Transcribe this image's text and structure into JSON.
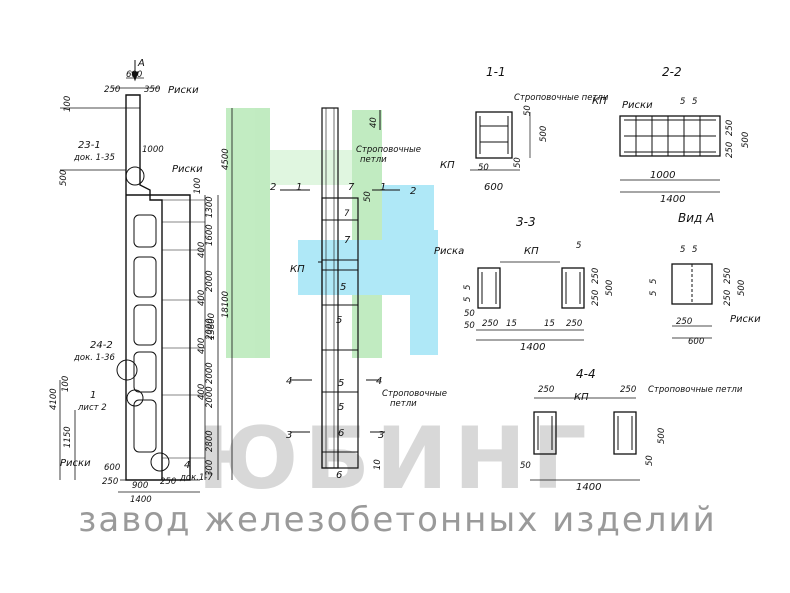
{
  "watermark": {
    "brand": "ЮБИНГ",
    "tagline": "завод железобетонных изделий",
    "colors": {
      "green": "#7ed87e",
      "cyan": "#5ad2f0",
      "gray": "#9a9a9a"
    }
  },
  "elevation": {
    "arrow_label": "А",
    "dims": {
      "top_600": "600",
      "d250": "250",
      "d350": "350",
      "d100": "100",
      "d1000": "1000",
      "d500": "500",
      "d4500": "4500",
      "d13800": "13800",
      "d18100": "18100",
      "d100b": "100",
      "d1300": "1300",
      "d1600": "1600",
      "d2000a": "2000",
      "d2000b": "2000",
      "d2000c": "2000",
      "d2000d": "2000",
      "d2800": "2800",
      "d300": "300",
      "d400a": "400",
      "d400b": "400",
      "d400c": "400",
      "d400d": "400",
      "d4100": "4100",
      "d1150": "1150",
      "d100c": "100",
      "d600": "600",
      "d250b": "250",
      "d900": "900",
      "d250c": "250",
      "d1400": "1400"
    },
    "labels": {
      "riski_top": "Риски",
      "riski_mid": "Риски",
      "riski_bottom": "Риски",
      "ref_23_1": "23-1",
      "ref_23_1_sub": "док. 1-35",
      "ref_24_2": "24-2",
      "ref_24_2_sub": "док. 1-36",
      "ref_1": "1",
      "ref_1_sub": "лист 2",
      "ref_4": "4",
      "ref_4_sub": "док.1-7"
    }
  },
  "side_view": {
    "sling_loops": "Строповочные петли",
    "sling_loops_b": "Строповочные",
    "sling_loops_b2": "петли",
    "kp": "КП",
    "d40": "40",
    "d50": "50",
    "d10": "10",
    "nums": [
      "7",
      "7",
      "5",
      "5",
      "5",
      "5",
      "6",
      "6"
    ],
    "cuts": [
      "2",
      "1",
      "7",
      "1",
      "2",
      "4",
      "4",
      "3",
      "3"
    ]
  },
  "section_1_1": {
    "title": "1-1",
    "sling": "Строповочные петли",
    "kp": "КП",
    "d50a": "50",
    "d500": "500",
    "d50b": "50",
    "d50c": "50",
    "d600": "600"
  },
  "section_2_2": {
    "title": "2-2",
    "kp": "КП",
    "riski": "Риски",
    "d5a": "5",
    "d5b": "5",
    "d250a": "250",
    "d250b": "250",
    "d500": "500",
    "d1000": "1000",
    "d1400": "1400"
  },
  "section_3_3": {
    "title": "3-3",
    "riska": "Риска",
    "kp": "КП",
    "d5": "5",
    "d5b": "5",
    "d5c": "5",
    "d250a": "250",
    "d250b": "250",
    "d500": "500",
    "d50a": "50",
    "d50b": "50",
    "d250c": "250",
    "d15a": "15",
    "d15b": "15",
    "d250d": "250",
    "d1400": "1400"
  },
  "view_a": {
    "title": "Вид А",
    "d5a": "5",
    "d5b": "5",
    "d5c": "5",
    "d5d": "5",
    "d250a": "250",
    "d250b": "250",
    "d500": "500",
    "d250c": "250",
    "d600": "600",
    "riski": "Риски"
  },
  "section_4_4": {
    "title": "4-4",
    "sling": "Строповочные петли",
    "kp": "КП",
    "d250a": "250",
    "d250b": "250",
    "d500": "500",
    "d50a": "50",
    "d50b": "50",
    "d1400": "1400"
  }
}
